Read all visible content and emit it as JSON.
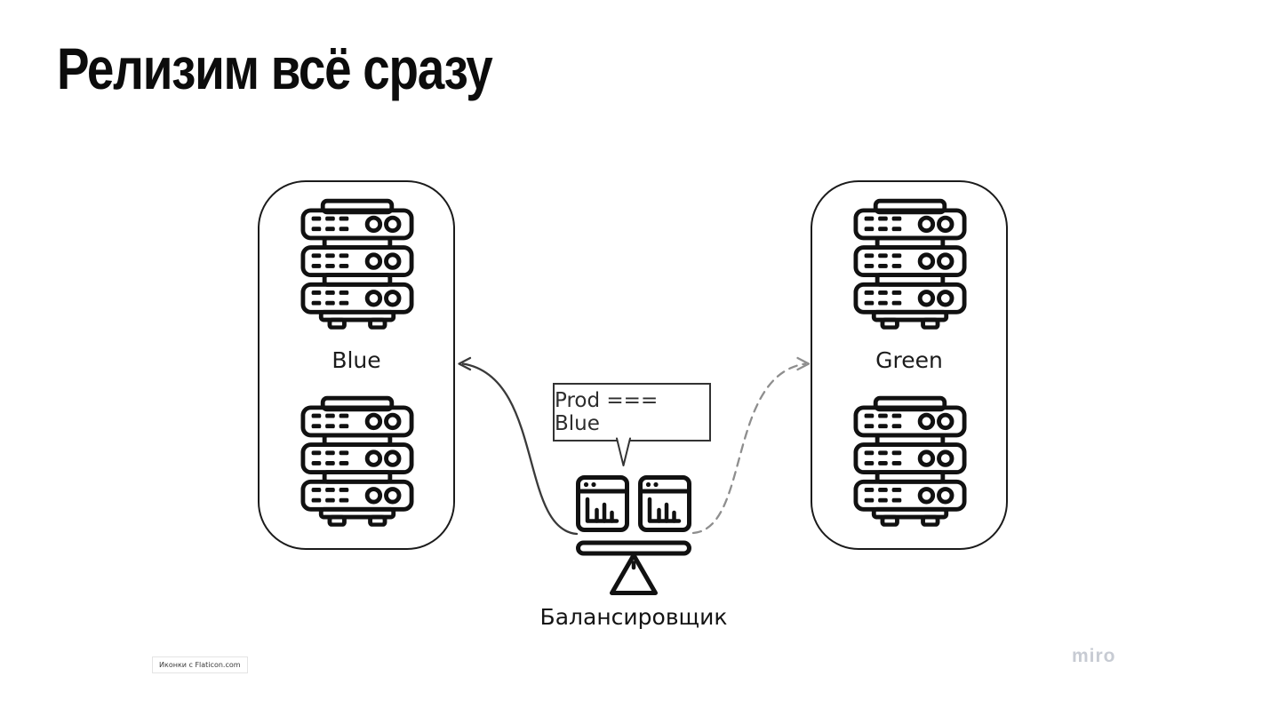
{
  "slide": {
    "title": "Релизим всё сразу",
    "background": "#ffffff"
  },
  "diagram": {
    "groups": [
      {
        "id": "blue",
        "label": "Blue",
        "server_stacks": 2
      },
      {
        "id": "green",
        "label": "Green",
        "server_stacks": 2
      }
    ],
    "balancer": {
      "label": "Балансировщик",
      "annotation": "Prod === Blue"
    },
    "arrows": [
      {
        "from": "balancer",
        "to": "blue",
        "style": "solid",
        "color": "#3a3a3a"
      },
      {
        "from": "balancer",
        "to": "green",
        "style": "dashed",
        "color": "#8e8e8e"
      }
    ]
  },
  "icons": {
    "server": "server-rack-icon",
    "balancer": "load-balancer-scale-icon"
  },
  "colors": {
    "outline": "#1b1b1b",
    "solid_arrow": "#3a3a3a",
    "dashed_arrow": "#8e8e8e",
    "watermark": "#c7cbd3"
  },
  "footer": {
    "credit": "Иконки с Flaticon.com",
    "watermark": "miro"
  }
}
